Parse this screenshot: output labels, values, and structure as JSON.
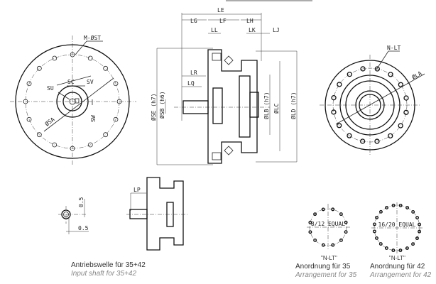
{
  "left_view": {
    "labels": {
      "bolts": "M-ØST",
      "sc": "SC",
      "sv": "SV",
      "su": "SU",
      "sa": "ØSA",
      "sw": "SW"
    }
  },
  "side_view": {
    "labels": {
      "le": "LE",
      "lg": "LG",
      "lf": "LF",
      "lh": "LH",
      "ll": "LL",
      "lk": "LK",
      "lj": "LJ",
      "lr": "LR",
      "lq": "LQ",
      "se": "ØSE (h7)",
      "sb": "ØSB (h6)",
      "lb": "ØLB (h7)",
      "lc": "ØLC",
      "ld": "ØLD (h7)"
    }
  },
  "right_view": {
    "labels": {
      "nlt": "N-LT",
      "la": "ØLA"
    }
  },
  "input_shaft": {
    "dim_a": "0.5",
    "dim_b": "0.5",
    "lp": "LP",
    "caption_de": "Antriebswelle für 35+42",
    "caption_en": "Input shaft for 35+42"
  },
  "arrangements": [
    {
      "inner": "8/12 EQUAL",
      "title": "\"N-LT\"",
      "caption_de": "Anordnung für 35",
      "caption_en": "Arrangement for 35"
    },
    {
      "inner": "16/20 EQUAL",
      "title": "\"N-LT\"",
      "caption_de": "Anordnung für 42",
      "caption_en": "Arrangement for 42"
    }
  ]
}
